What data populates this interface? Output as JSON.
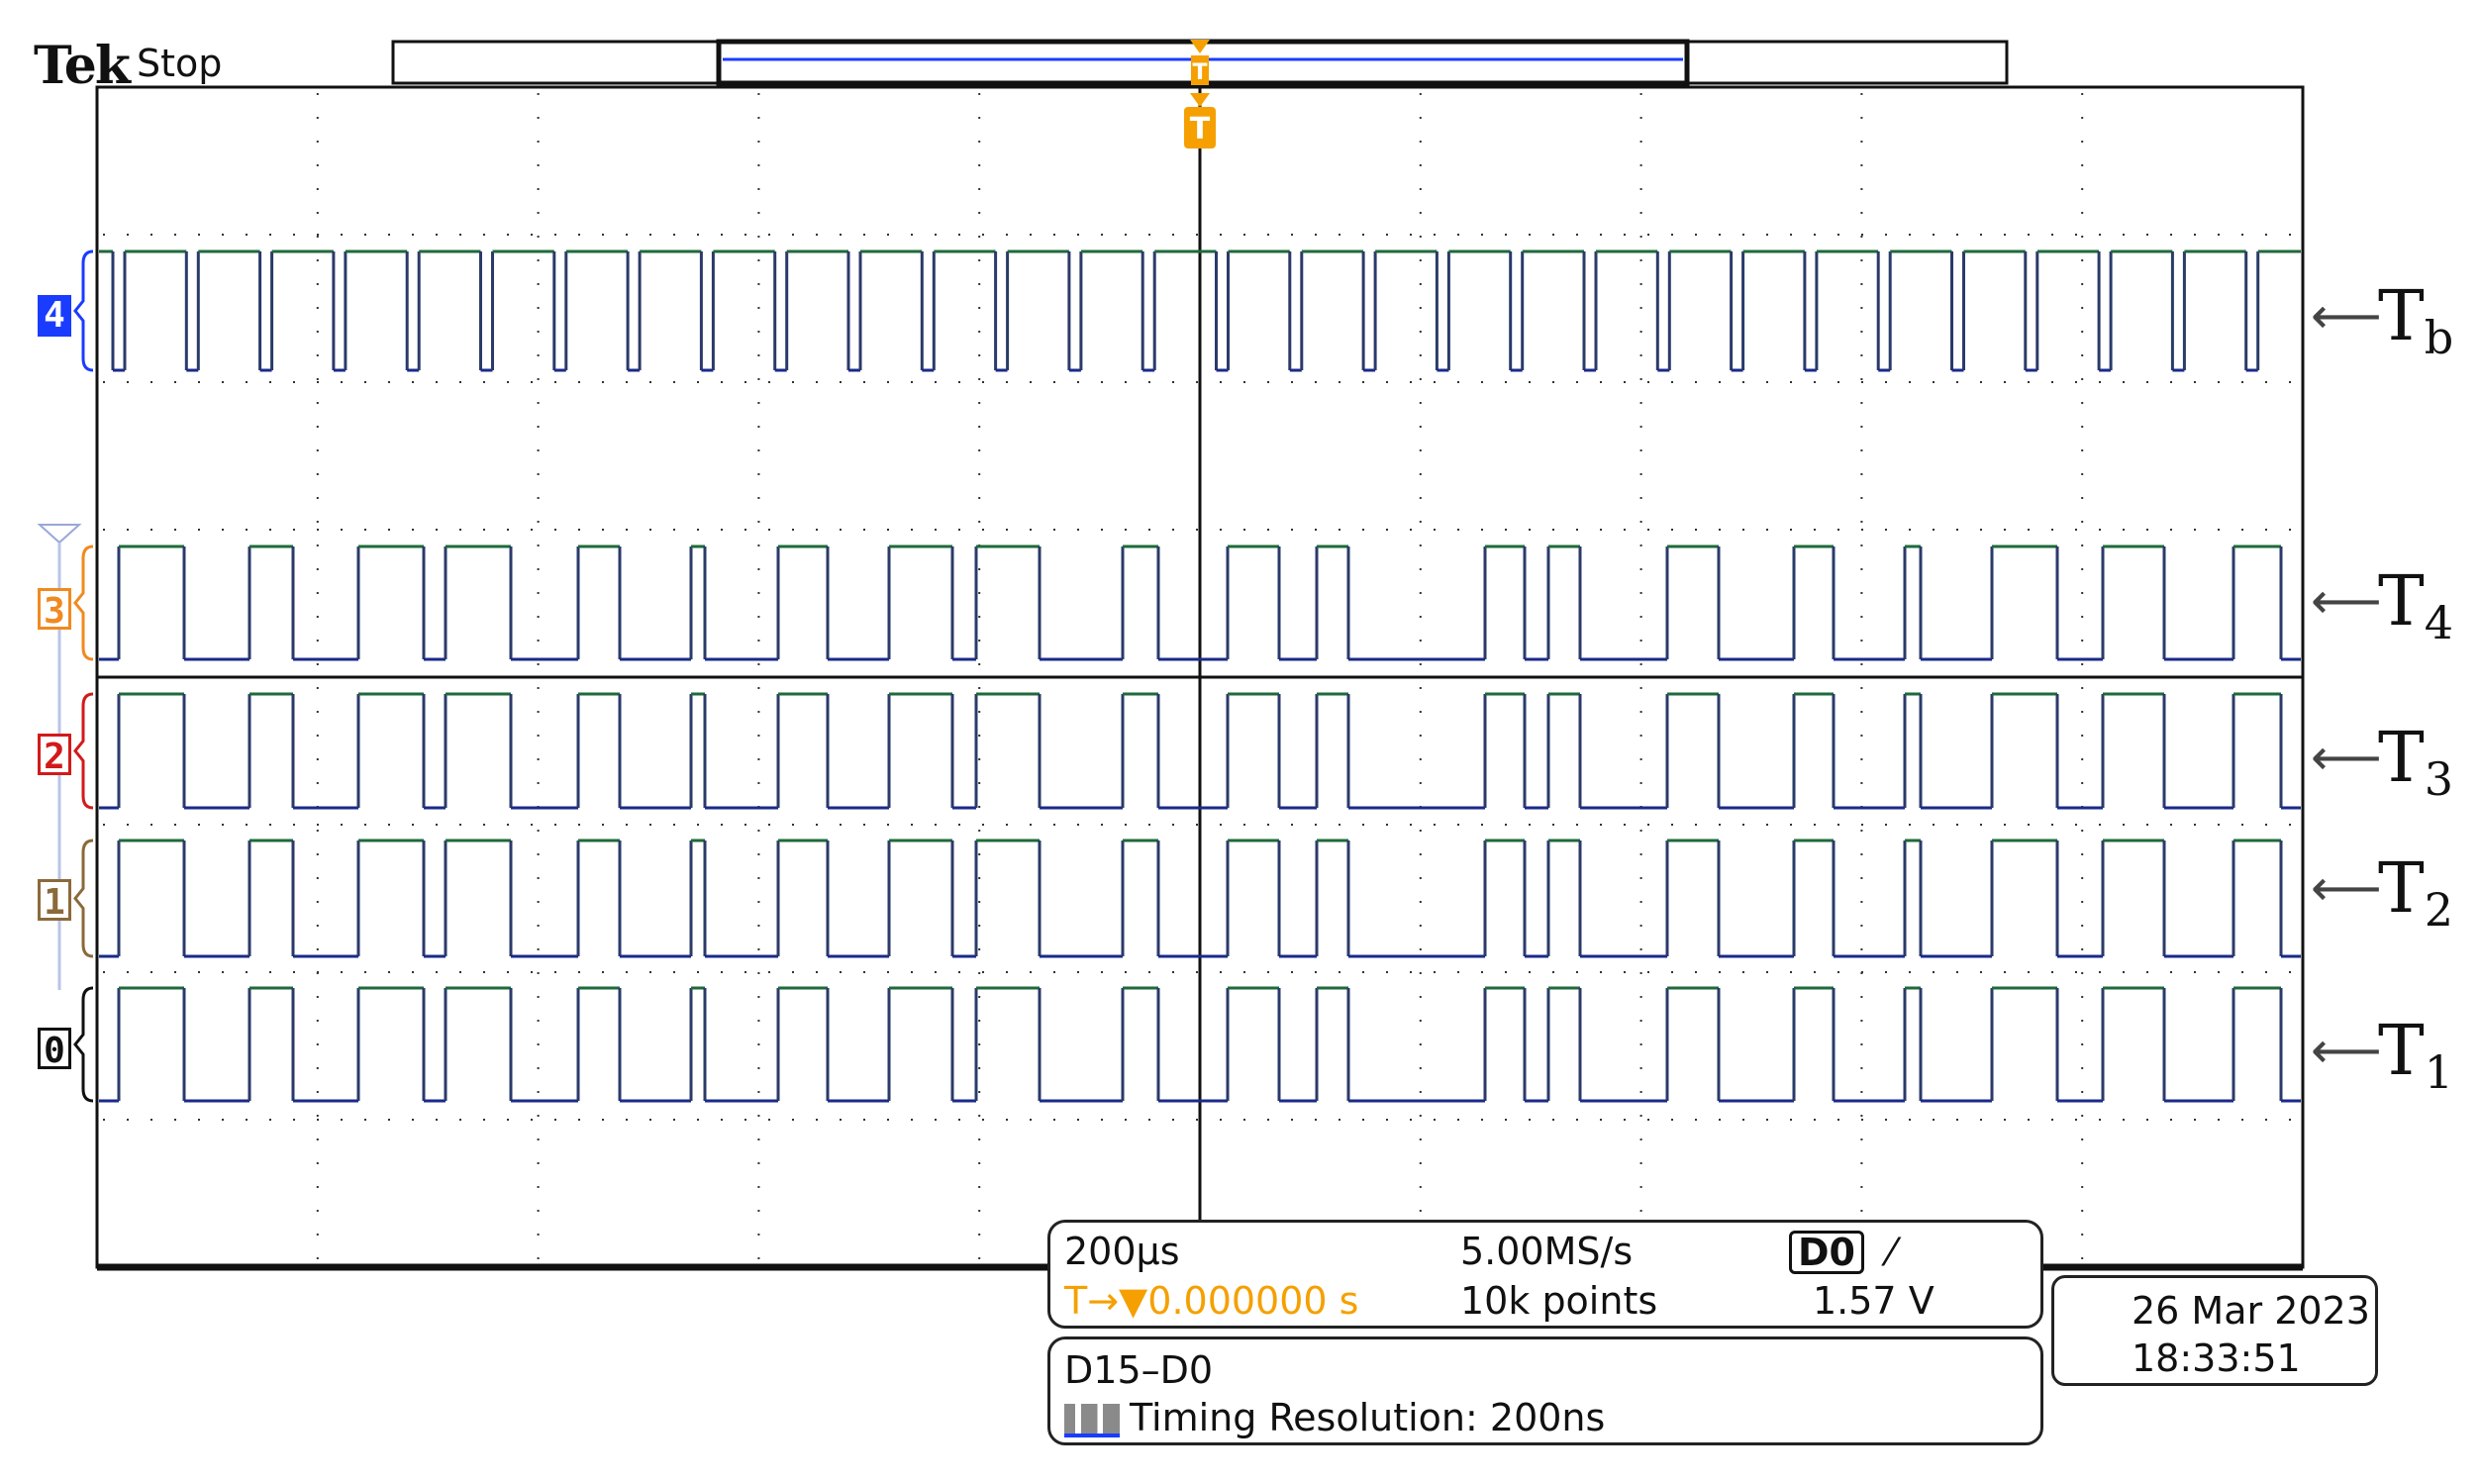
{
  "header": {
    "brand": "Tek",
    "status": "Stop"
  },
  "channels": [
    {
      "id": "4",
      "label_main": "T",
      "label_sub": "b",
      "color": "#1a3cff"
    },
    {
      "id": "3",
      "label_main": "T",
      "label_sub": "4",
      "color": "#f08a20"
    },
    {
      "id": "2",
      "label_main": "T",
      "label_sub": "3",
      "color": "#d21a1a"
    },
    {
      "id": "1",
      "label_main": "T",
      "label_sub": "2",
      "color": "#8a6a3a"
    },
    {
      "id": "0",
      "label_main": "T",
      "label_sub": "1",
      "color": "#111111"
    }
  ],
  "trigger_marker": "T",
  "info": {
    "timebase": "200µs",
    "sample_rate": "5.00MS/s",
    "trigger_source": "D0",
    "trigger_slope": "⁄",
    "trigger_position": "T→▼0.000000 s",
    "record_length": "10k points",
    "trigger_level": "1.57 V",
    "bus": "D15–D0",
    "timing_resolution": "Timing Resolution: 200ns"
  },
  "datetime": {
    "date": "26 Mar  2023",
    "time": "18:33:51"
  },
  "colors": {
    "trace_high": "#1e6a3a",
    "trace_low": "#1a2a8a",
    "grid": "#333333",
    "trigger": "#f5a000"
  }
}
